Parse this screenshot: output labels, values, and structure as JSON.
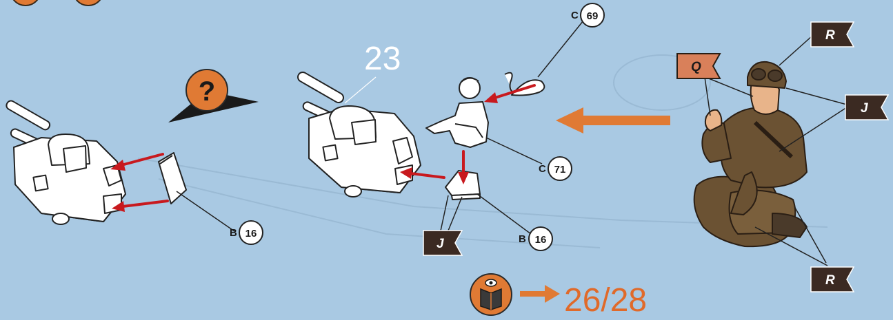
{
  "step": {
    "number": "23"
  },
  "parts": {
    "b16_left": {
      "letter": "B",
      "number": "16"
    },
    "b16_mid": {
      "letter": "B",
      "number": "16"
    },
    "c69": {
      "letter": "C",
      "number": "69"
    },
    "c71": {
      "letter": "C",
      "number": "71"
    }
  },
  "flags": {
    "q": {
      "letter": "Q",
      "color": "#d9805a"
    },
    "r_top": {
      "letter": "R",
      "color": "#3b2a22"
    },
    "j_right": {
      "letter": "J",
      "color": "#3b2a22"
    },
    "j_mid": {
      "letter": "J",
      "color": "#3b2a22"
    },
    "r_bottom": {
      "letter": "R",
      "color": "#3b2a22"
    }
  },
  "help": {
    "symbol": "?"
  },
  "page_ref": {
    "text": "26/28"
  },
  "colors": {
    "background": "#a9c9e3",
    "arrow_red": "#c8191e",
    "arrow_orange": "#e07a34",
    "soldier_uniform": "#6b5233"
  }
}
